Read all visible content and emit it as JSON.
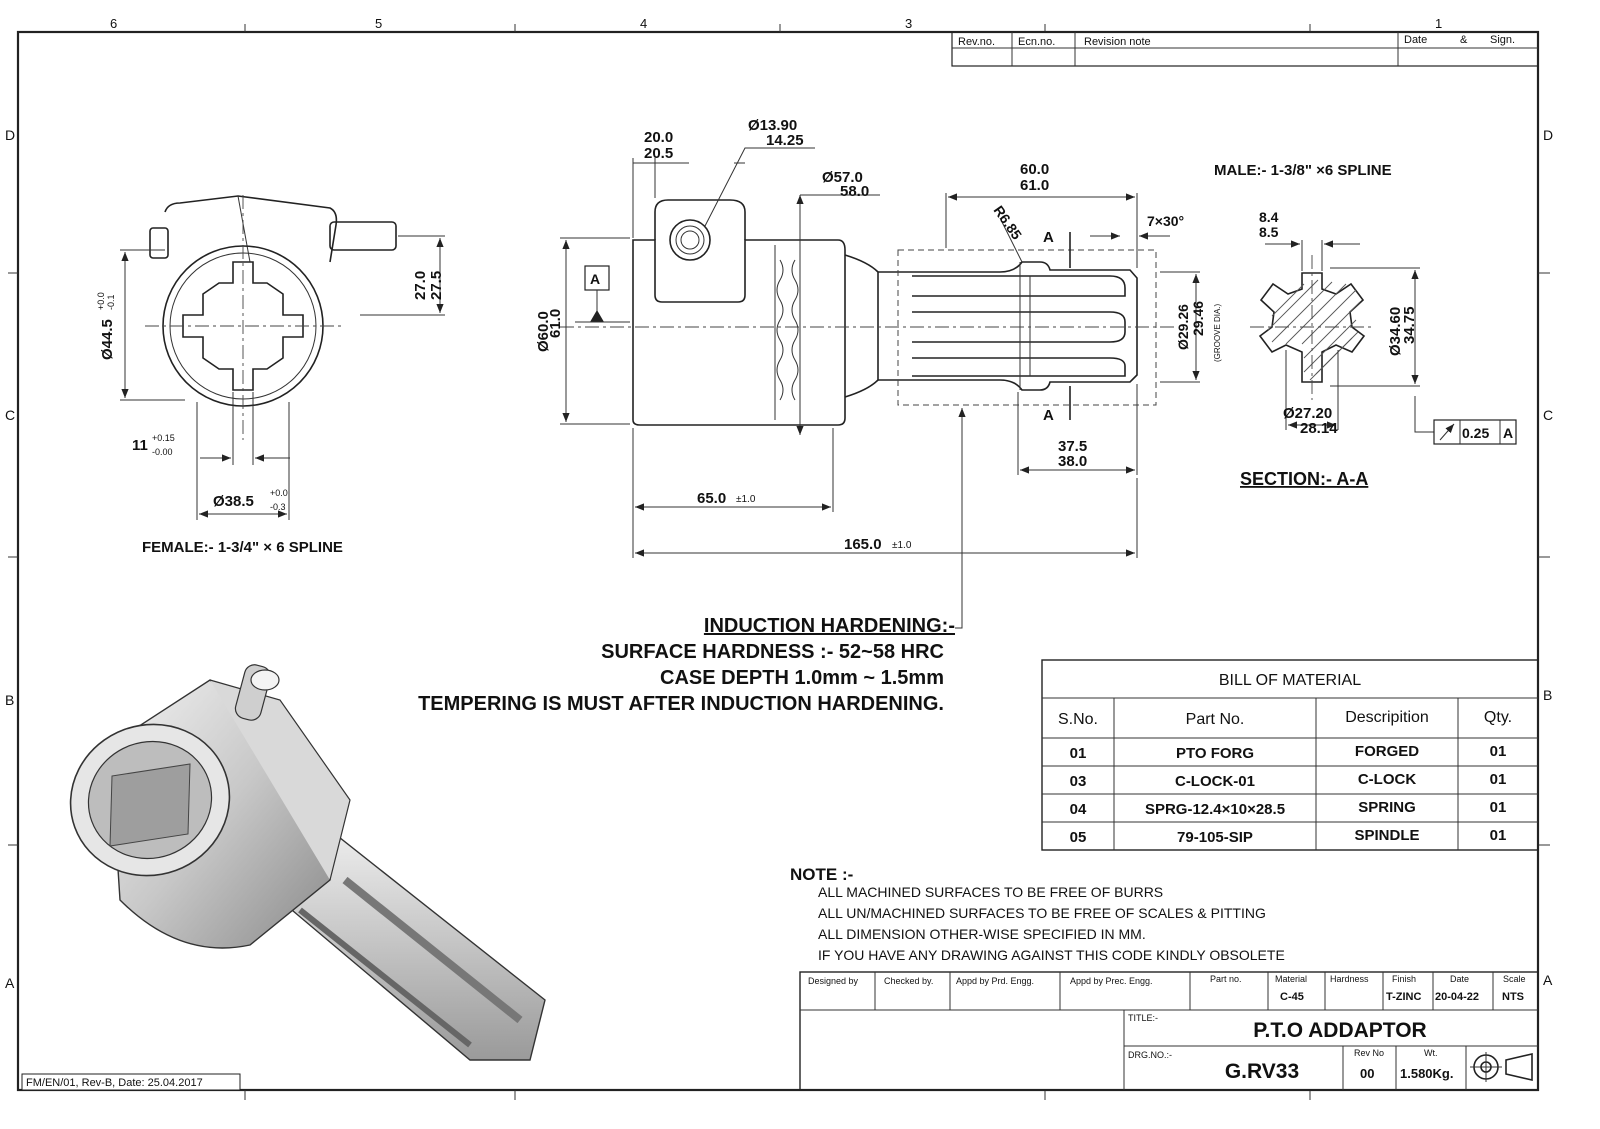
{
  "revision_block": {
    "rev_no": "Rev.no.",
    "ecn_no": "Ecn.no.",
    "revision_note": "Revision note",
    "date": "Date",
    "amp": "&",
    "sign": "Sign."
  },
  "border": {
    "top_zones": [
      "6",
      "5",
      "4",
      "3",
      "1"
    ],
    "left_zones": [
      "D",
      "C",
      "B",
      "A"
    ],
    "right_zones": [
      "D",
      "C",
      "B",
      "A"
    ]
  },
  "female_view": {
    "dia_outer": "Ø44.5",
    "dia_outer_tol_plus": "+0.0",
    "dia_outer_tol_minus": "-0.1",
    "width_a": "27.0",
    "width_b": "27.5",
    "slot": "11",
    "slot_tol_plus": "+0.15",
    "slot_tol_minus": "-0.00",
    "dia_inner": "Ø38.5",
    "dia_inner_tol_plus": "+0.0",
    "dia_inner_tol_minus": "-0.3",
    "caption": "FEMALE:- 1-3/4\" × 6 SPLINE"
  },
  "side_view": {
    "d1_a": "20.0",
    "d1_b": "20.5",
    "d2_a": "Ø13.90",
    "d2_b": "14.25",
    "d3_a": "Ø57.0",
    "d3_b": "58.0",
    "d4_a": "60.0",
    "d4_b": "61.0",
    "radius": "R6.85",
    "chamfer": "7×30°",
    "datum": "A",
    "section_mark": "A",
    "dia_body_a": "Ø60.0",
    "dia_body_b": "61.0",
    "groove_a": "Ø29.26",
    "groove_b": "29.46",
    "groove_note": "(GROOVE DIA.)",
    "len_a": "37.5",
    "len_b": "38.0",
    "len_65": "65.0",
    "len_65_tol": "±1.0",
    "len_165": "165.0",
    "len_165_tol": "±1.0"
  },
  "section_view": {
    "caption_top": "MALE:- 1-3/8\" ×6 SPLINE",
    "w_a": "8.4",
    "w_b": "8.5",
    "od_a": "Ø34.60",
    "od_b": "34.75",
    "id_a": "Ø27.20",
    "id_b": "28.14",
    "runout_value": "0.25",
    "runout_datum": "A",
    "caption": "SECTION:- A-A"
  },
  "hardening": {
    "title": "INDUCTION HARDENING:-",
    "line1": "SURFACE HARDNESS :- 52~58 HRC",
    "line2": "CASE DEPTH 1.0mm ~ 1.5mm",
    "line3": "TEMPERING IS MUST AFTER INDUCTION HARDENING."
  },
  "bom": {
    "title": "BILL OF MATERIAL",
    "headers": [
      "S.No.",
      "Part No.",
      "Descripition",
      "Qty."
    ],
    "rows": [
      [
        "01",
        "PTO FORG",
        "FORGED",
        "01"
      ],
      [
        "03",
        "C-LOCK-01",
        "C-LOCK",
        "01"
      ],
      [
        "04",
        "SPRG-12.4×10×28.5",
        "SPRING",
        "01"
      ],
      [
        "05",
        "79-105-SIP",
        "SPINDLE",
        "01"
      ]
    ]
  },
  "notes": {
    "title": "NOTE :-",
    "items": [
      "ALL MACHINED SURFACES TO BE FREE OF BURRS",
      "ALL UN/MACHINED SURFACES TO BE FREE OF SCALES & PITTING",
      "ALL DIMENSION OTHER-WISE SPECIFIED IN MM.",
      "IF YOU HAVE ANY DRAWING AGAINST THIS CODE KINDLY OBSOLETE"
    ]
  },
  "title_block": {
    "designed_by": "Designed by",
    "checked_by": "Checked by.",
    "appd_prd": "Appd by Prd. Engg.",
    "appd_prec": "Appd by Prec. Engg.",
    "part_no": "Part no.",
    "material_label": "Material",
    "material_value": "C-45",
    "hardness_label": "Hardness",
    "finish_label": "Finish",
    "finish_value": "T-ZINC",
    "date_label": "Date",
    "date_value": "20-04-22",
    "scale_label": "Scale",
    "scale_value": "NTS",
    "title_label": "TITLE:-",
    "title_value": "P.T.O ADDAPTOR",
    "drg_label": "DRG.NO.:-",
    "drg_value": "G.RV33",
    "rev_label": "Rev No",
    "rev_value": "00",
    "wt_label": "Wt.",
    "wt_value": "1.580Kg."
  },
  "form_ref": "FM/EN/01, Rev-B, Date: 25.04.2017"
}
